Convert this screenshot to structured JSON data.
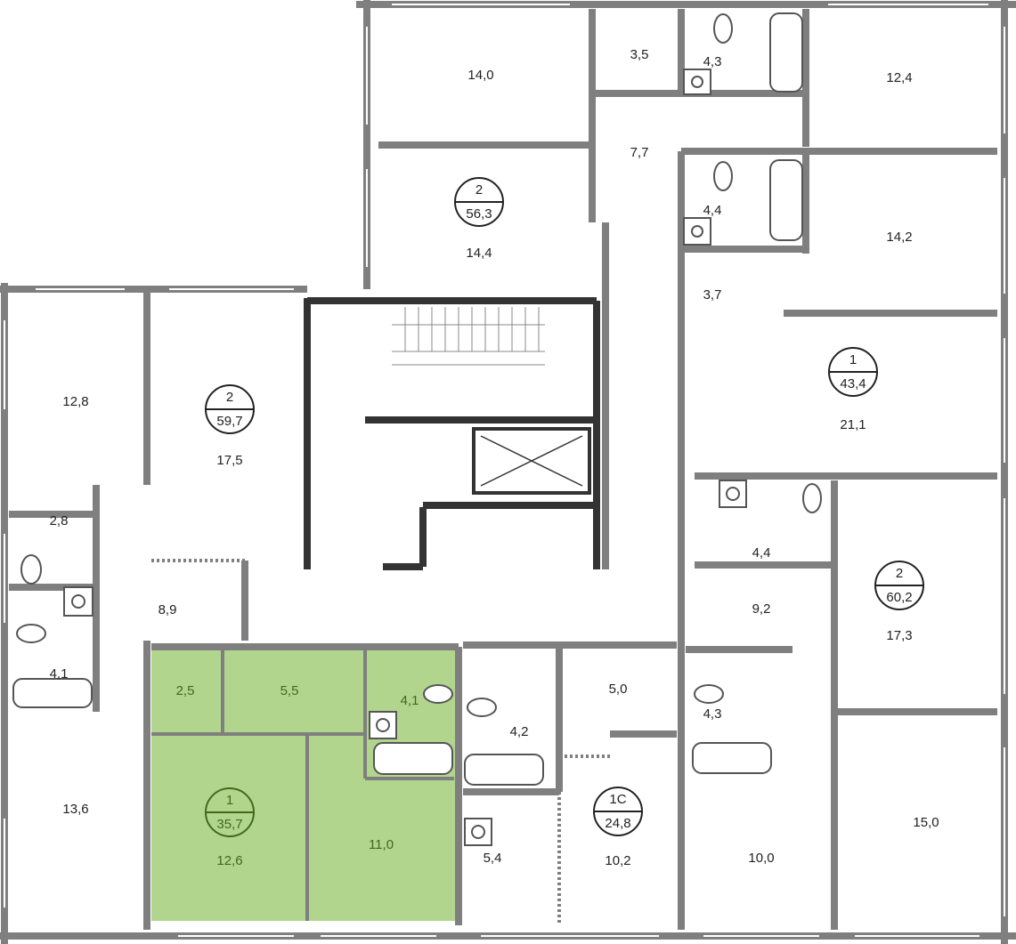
{
  "plan": {
    "highlight_color": "#b2d58e",
    "wall_color": "#7f7f7f",
    "apartments": [
      {
        "type": "2",
        "area": "56,3"
      },
      {
        "type": "1",
        "area": "43,4"
      },
      {
        "type": "2",
        "area": "59,7"
      },
      {
        "type": "1",
        "area": "35,7"
      },
      {
        "type": "1С",
        "area": "24,8"
      },
      {
        "type": "2",
        "area": "60,2"
      }
    ],
    "rooms": [
      "14,0",
      "3,5",
      "4,3",
      "12,4",
      "7,7",
      "4,4",
      "14,2",
      "14,4",
      "3,7",
      "21,1",
      "12,8",
      "17,5",
      "2,8",
      "8,9",
      "4,1",
      "13,6",
      "2,5",
      "5,5",
      "4,1",
      "12,6",
      "11,0",
      "4,2",
      "5,0",
      "5,4",
      "10,2",
      "4,4",
      "9,2",
      "17,3",
      "4,3",
      "10,0",
      "15,0"
    ]
  }
}
